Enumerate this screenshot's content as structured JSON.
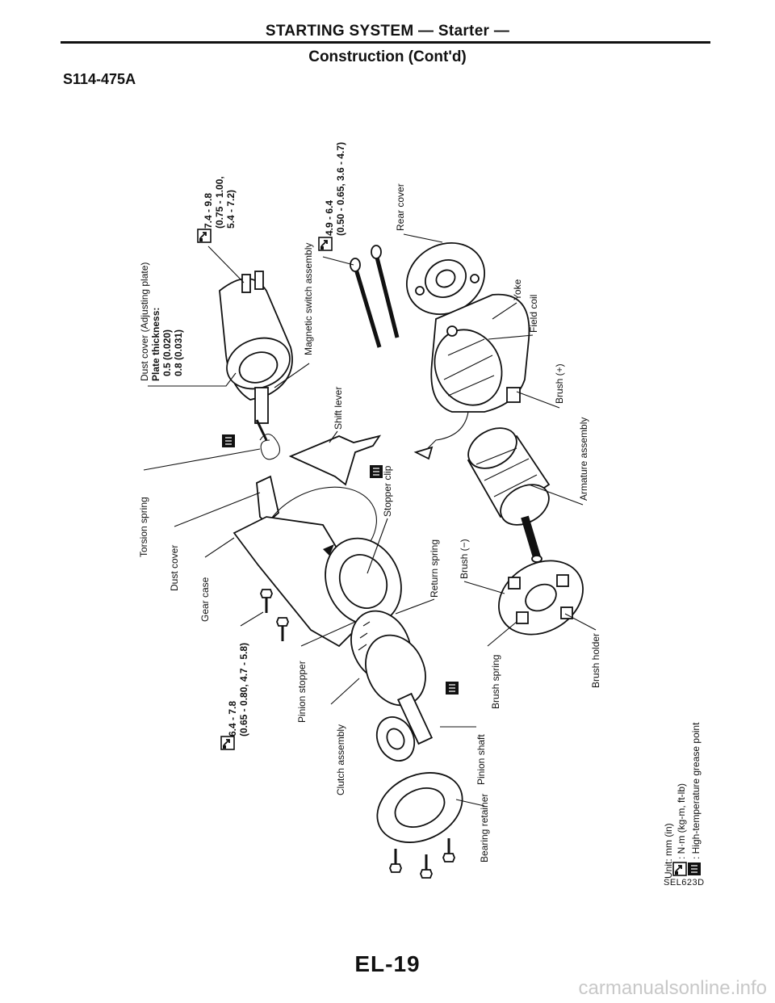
{
  "header": {
    "title": "STARTING SYSTEM — Starter —",
    "subtitle": "Construction (Cont'd)"
  },
  "section_id": "S114-475A",
  "labels": {
    "dust_cover_adjusting": "Dust cover (Adjusting plate)",
    "plate_thickness": "Plate thickness:",
    "plate_value_1": "0.5 (0.020)",
    "plate_value_2": "0.8 (0.031)",
    "torque_magnetic_1": "7.4 - 9.8",
    "torque_magnetic_2": "(0.75 - 1.00,",
    "torque_magnetic_3": "5.4 - 7.2)",
    "torque_through_1": "4.9 - 6.4",
    "torque_through_2": "(0.50 - 0.65, 3.6 - 4.7)",
    "magnetic_switch_assembly": "Magnetic switch assembly",
    "shift_lever": "Shift lever",
    "rear_cover": "Rear cover",
    "yoke": "Yoke",
    "field_coil": "Field coil",
    "brush_plus": "Brush (+)",
    "armature_assembly": "Armature assembly",
    "torsion_spring": "Torsion spring",
    "dust_cover": "Dust cover",
    "gear_case": "Gear case",
    "stopper_clip": "Stopper clip",
    "return_spring": "Return spring",
    "brush_minus": "Brush (−)",
    "torque_gear_1": "6.4 - 7.8",
    "torque_gear_2": "(0.65 - 0.80, 4.7 - 5.8)",
    "pinion_stopper": "Pinion stopper",
    "clutch_assembly": "Clutch assembly",
    "pinion_shaft": "Pinion shaft",
    "brush_spring": "Brush spring",
    "brush_holder": "Brush holder",
    "bearing_retainer": "Bearing retainer"
  },
  "legend": {
    "unit": "Unit:  mm (in)",
    "torque": ": N·m (kg-m, ft-lb)",
    "grease": ": High-temperature grease point"
  },
  "icons": {
    "torque": "torque-wrench-icon",
    "grease": "grease-point-icon"
  },
  "figure_code": "SEL623D",
  "page_number": "EL-19",
  "watermark": "carmanualsonline.info"
}
